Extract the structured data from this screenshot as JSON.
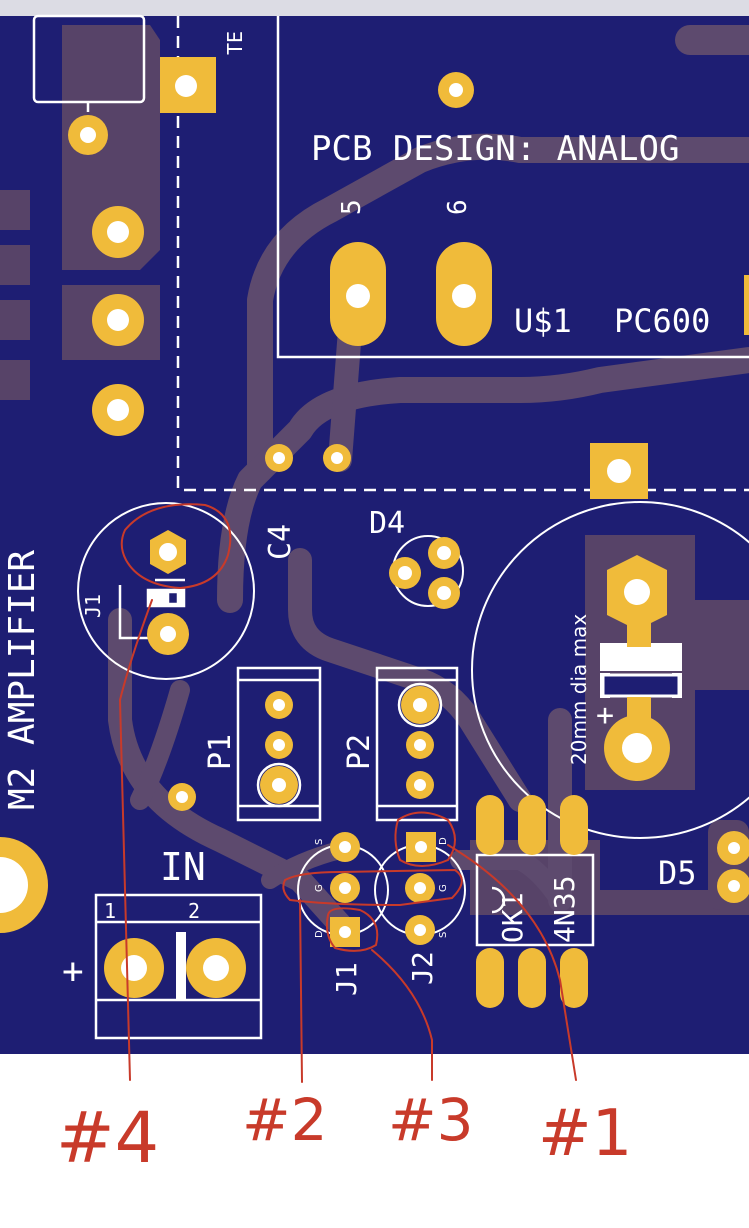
{
  "board": {
    "colors": {
      "board": "#1e1e73",
      "copper_trace": "#5d4a6e",
      "copper_fill": "#574368",
      "pad": "#f0bb3a",
      "silkscreen": "#ffffff",
      "annotation_ink": "#c83a2a",
      "top_bar": "#dcdce4"
    },
    "labels": {
      "title_fragment": "PCB DESIGN: ANALOG",
      "te_fragment": "TE",
      "pin5": "5",
      "pin6": "6",
      "u1": "U$1",
      "pc600": "PC600",
      "amplifier": "M2 AMPLIFIER",
      "c4": "C4",
      "d4": "D4",
      "d5": "D5",
      "j1_top": "J1",
      "j1": "J1",
      "j2": "J2",
      "p1": "P1",
      "p2": "P2",
      "in": "IN",
      "ok1": "OK1",
      "part_4n35": "4N35",
      "dia": "20mm dia max",
      "plus": "+",
      "term_pin1": "1",
      "term_pin2": "2",
      "pin_s": "S",
      "pin_g": "G",
      "pin_d": "D"
    }
  },
  "annotations": {
    "label1": "#1",
    "label2": "#2",
    "label3": "#3",
    "label4": "#4"
  }
}
